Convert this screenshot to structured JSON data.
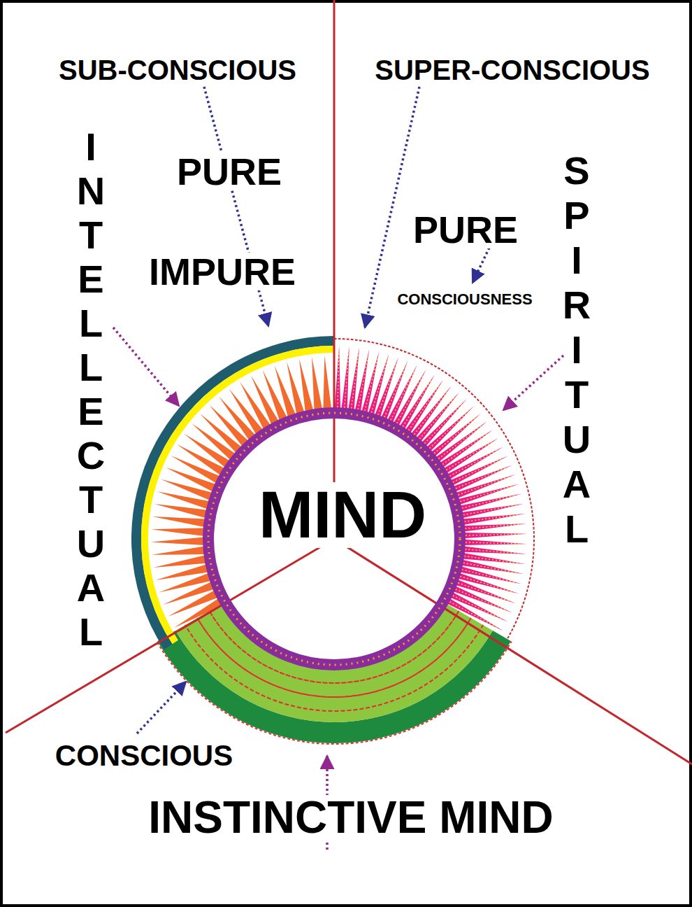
{
  "diagram": {
    "nodes": [
      {
        "text": [
          "MIND"
        ]
      }
    ],
    "labels": [
      "SUB-CONSCIOUS",
      "SUPER-CONSCIOUS",
      "INTELLECTUAL",
      "PURE",
      "IMPURE",
      "PURE",
      "CONSCIOUSNESS",
      "SPIRITUAL",
      "CONSCIOUS",
      "INSTINCTIVE MIND"
    ]
  }
}
